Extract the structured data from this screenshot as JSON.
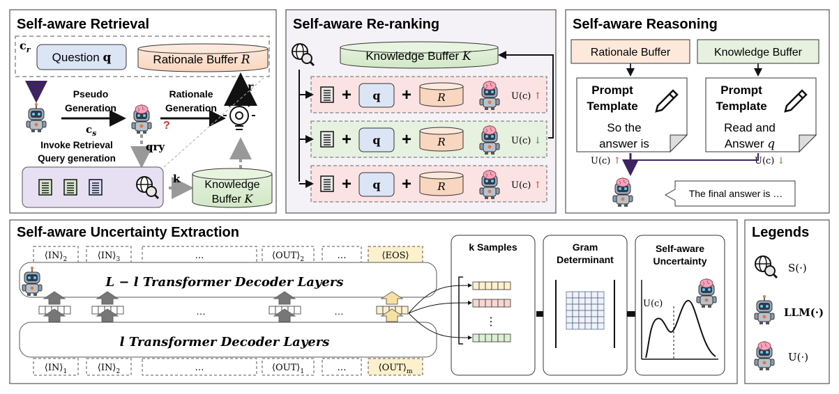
{
  "retrieval": {
    "title": "Self-aware Retrieval",
    "cr_label": "c",
    "cr_sub": "r",
    "question_label": "Question",
    "question_var": "q",
    "rationale_buffer_label": "Rationale Buffer",
    "rationale_buffer_var": "R",
    "pseudo_line1": "Pseudo",
    "pseudo_line2": "Generation",
    "cs_label": "c",
    "cs_sub": "s",
    "rationale_gen_line1": "Rationale",
    "rationale_gen_line2": "Generation",
    "r_label": "r",
    "qry_label": "qry",
    "question_mark": "?",
    "invoke_line1": "Invoke Retrieval",
    "invoke_line2": "Query generation",
    "k_label": "k",
    "kb_line1": "Knowledge",
    "kb_line2": "Buffer",
    "kb_var": "K"
  },
  "reranking": {
    "title": "Self-aware Re-ranking",
    "kb_label": "Knowledge Buffer",
    "kb_var": "K",
    "rows": [
      {
        "q": "q",
        "r": "R",
        "u": "U(c)",
        "arrow": "↑",
        "arrow_color": "#c0392b",
        "bg": "#fbe3e3"
      },
      {
        "q": "q",
        "r": "R",
        "u": "U(c)",
        "arrow": "↓",
        "arrow_color": "#2e8b3a",
        "bg": "#e6f1e0"
      },
      {
        "q": "q",
        "r": "R",
        "u": "U(c)",
        "arrow": "↑",
        "arrow_color": "#c0392b",
        "bg": "#fbe3e3"
      }
    ],
    "plus": "+"
  },
  "reasoning": {
    "title": "Self-aware Reasoning",
    "rationale_buffer": "Rationale Buffer",
    "knowledge_buffer": "Knowledge Buffer",
    "left_prompt_line1": "Prompt",
    "left_prompt_line2": "Template",
    "left_body_line1": "So the",
    "left_body_line2": "answer is",
    "right_prompt_line1": "Prompt",
    "right_prompt_line2": "Template",
    "right_body_line1": "Read and",
    "right_body_line2": "Answer",
    "right_body_var": "q",
    "left_u": "U(c)",
    "left_u_arrow": "↑",
    "right_u": "U(c)",
    "right_u_arrow": "↓",
    "final_answer": "The final answer is …"
  },
  "uncertainty": {
    "title": "Self-aware Uncertainty Extraction",
    "top_tokens": [
      "⟨IN⟩",
      "⟨IN⟩",
      "…",
      "⟨OUT⟩",
      "…",
      "⟨EOS⟩"
    ],
    "top_subs": [
      "2",
      "3",
      "",
      "2",
      "",
      ""
    ],
    "bottom_tokens": [
      "⟨IN⟩",
      "⟨IN⟩",
      "…",
      "⟨OUT⟩",
      "…",
      "⟨OUT⟩"
    ],
    "bottom_subs": [
      "1",
      "2",
      "",
      "1",
      "",
      "m"
    ],
    "upper_layers": "L − l Transformer Decoder Layers",
    "lower_layers": "l Transformer Decoder Layers",
    "mid_dots": "…",
    "k_samples": "k Samples",
    "vdots": "⋮",
    "gram_line1": "Gram",
    "gram_line2": "Determinant",
    "su_line1": "Self-aware",
    "su_line2": "Uncertainty",
    "uc_axis": "U(c)"
  },
  "legends": {
    "title": "Legends",
    "items": [
      {
        "icon": "retriever-globe-icon",
        "label": "S(·)"
      },
      {
        "icon": "llm-robot-icon",
        "label": "LLM(·)"
      },
      {
        "icon": "brain-robot-icon",
        "label": "U(·)"
      }
    ]
  }
}
